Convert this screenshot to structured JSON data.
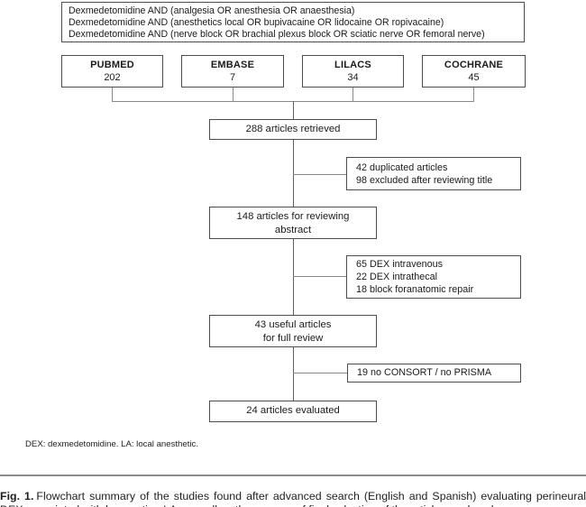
{
  "search_box": {
    "lines": [
      "Dexmedetomidine AND (analgesia OR anesthesia OR anaesthesia)",
      "Dexmedetomidine AND (anesthetics local OR bupivacaine OR lidocaine OR ropivacaine)",
      "Dexmedetomidine AND (nerve block OR brachial plexus block OR sciatic nerve OR femoral nerve)"
    ]
  },
  "databases": [
    {
      "name": "PUBMED",
      "count": "202"
    },
    {
      "name": "EMBASE",
      "count": "7"
    },
    {
      "name": "LILACS",
      "count": "34"
    },
    {
      "name": "COCHRANE",
      "count": "45"
    }
  ],
  "flow": {
    "retrieved": "288 articles retrieved",
    "reviewing_abstract_line1": "148 articles for reviewing",
    "reviewing_abstract_line2": "abstract",
    "full_review_line1": "43 useful articles",
    "full_review_line2": "for full review",
    "evaluated": "24 articles evaluated"
  },
  "exclusions": [
    {
      "lines": [
        "42 duplicated articles",
        "98 excluded after reviewing title"
      ]
    },
    {
      "lines": [
        "65 DEX intravenous",
        "22 DEX intrathecal",
        "18 block foranatomic repair"
      ]
    },
    {
      "lines": [
        "19 no CONSORT / no PRISMA"
      ]
    }
  ],
  "footnote": "DEX: dexmedetomidine. LA: local anesthetic.",
  "caption": {
    "label": "Fig. 1.",
    "text": "Flowchart summary of the studies found after advanced search (English and Spanish) evaluating perineural DEX associated with long-acting LA, as well as the process of final selection of the articles analyzed."
  },
  "colors": {
    "box_border": "#4d4d4d",
    "connector_line": "#8a8a8a",
    "stem_line": "#5f5f5f",
    "caption_rule": "#8c8c8c",
    "text": "#1a1a1a",
    "background": "#ffffff"
  }
}
